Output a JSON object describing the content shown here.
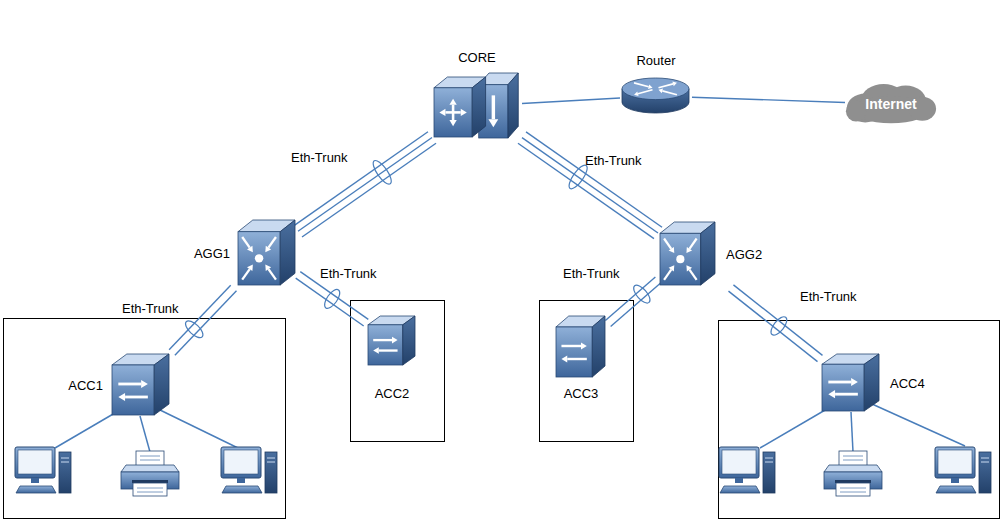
{
  "diagram": {
    "nodes": [
      {
        "text": [
          "CORE"
        ]
      },
      {
        "text": [
          "Router"
        ]
      },
      {
        "text": [
          "Internet"
        ]
      },
      {
        "text": [
          "AGG1"
        ]
      },
      {
        "text": [
          "AGG2"
        ]
      },
      {
        "text": [
          "ACC1"
        ]
      },
      {
        "text": [
          "ACC2"
        ]
      },
      {
        "text": [
          "ACC3"
        ]
      },
      {
        "text": [
          "ACC4"
        ]
      }
    ],
    "edges": [
      {
        "from": 0,
        "to": 1,
        "arrow": "none"
      },
      {
        "from": 1,
        "to": 2,
        "arrow": "none"
      },
      {
        "from": 0,
        "to": 3,
        "arrow": "none",
        "label": "Eth-Trunk"
      },
      {
        "from": 0,
        "to": 4,
        "arrow": "none",
        "label": "Eth-Trunk"
      },
      {
        "from": 3,
        "to": 5,
        "arrow": "none",
        "label": "Eth-Trunk"
      },
      {
        "from": 3,
        "to": 6,
        "arrow": "none",
        "label": "Eth-Trunk"
      },
      {
        "from": 4,
        "to": 7,
        "arrow": "none",
        "label": "Eth-Trunk"
      },
      {
        "from": 4,
        "to": 8,
        "arrow": "none",
        "label": "Eth-Trunk"
      }
    ]
  }
}
